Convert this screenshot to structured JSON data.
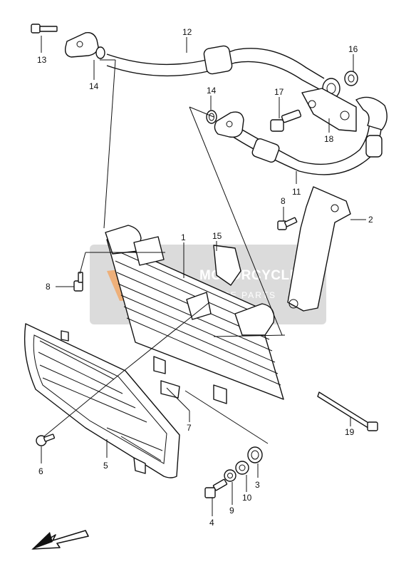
{
  "callouts": [
    {
      "id": "c1",
      "label": "1"
    },
    {
      "id": "c2",
      "label": "2"
    },
    {
      "id": "c3",
      "label": "3"
    },
    {
      "id": "c4",
      "label": "4"
    },
    {
      "id": "c5",
      "label": "5"
    },
    {
      "id": "c6",
      "label": "6"
    },
    {
      "id": "c7",
      "label": "7"
    },
    {
      "id": "c8a",
      "label": "8"
    },
    {
      "id": "c8b",
      "label": "8"
    },
    {
      "id": "c9",
      "label": "9"
    },
    {
      "id": "c10",
      "label": "10"
    },
    {
      "id": "c11",
      "label": "11"
    },
    {
      "id": "c12",
      "label": "12"
    },
    {
      "id": "c13",
      "label": "13"
    },
    {
      "id": "c14a",
      "label": "14"
    },
    {
      "id": "c14b",
      "label": "14"
    },
    {
      "id": "c15",
      "label": "15"
    },
    {
      "id": "c16",
      "label": "16"
    },
    {
      "id": "c17",
      "label": "17"
    },
    {
      "id": "c18",
      "label": "18"
    },
    {
      "id": "c19",
      "label": "19"
    }
  ],
  "watermark": {
    "brand": "MOTORCYCLE",
    "sub": "SPARE PARTS",
    "colors": {
      "panel": "#bdbdbd",
      "logo": "#f4a15a"
    }
  },
  "icons": {
    "front_arrow": "arrow-down-left-icon"
  }
}
